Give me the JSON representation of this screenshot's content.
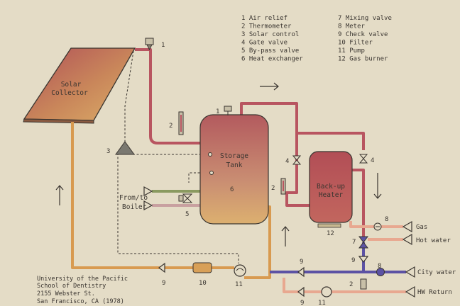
{
  "legend": [
    {
      "num": "1",
      "label": "Air relief"
    },
    {
      "num": "2",
      "label": "Thermometer"
    },
    {
      "num": "3",
      "label": "Solar control"
    },
    {
      "num": "4",
      "label": "Gate valve"
    },
    {
      "num": "5",
      "label": "By-pass valve"
    },
    {
      "num": "6",
      "label": "Heat exchanger"
    },
    {
      "num": "7",
      "label": "Mixing valve"
    },
    {
      "num": "8",
      "label": "Meter"
    },
    {
      "num": "9",
      "label": "Check valve"
    },
    {
      "num": "10",
      "label": "Filter"
    },
    {
      "num": "11",
      "label": "Pump"
    },
    {
      "num": "12",
      "label": "Gas burner"
    }
  ],
  "components": {
    "collector": [
      "Solar",
      "Collector"
    ],
    "tank": [
      "Storage",
      "Tank"
    ],
    "heater": [
      "Back-up",
      "Heater"
    ],
    "boiler": [
      "From/to",
      "Boiler"
    ]
  },
  "outlets": {
    "gas": "Gas",
    "hot_water": "Hot water",
    "city_water": "City water",
    "hw_return": "HW Return"
  },
  "callouts": {
    "air_relief": "1",
    "tank_air_relief": "1",
    "thermometer_top": "2",
    "thermometer_heater": "2",
    "thermometer_return": "2",
    "solar_control": "3",
    "gate_left": "4",
    "gate_right": "4",
    "bypass": "5",
    "heat_exchanger": "6",
    "mixing": "7",
    "meter_gas": "8",
    "meter_city": "8",
    "check_city_1": "9",
    "check_city_2": "9",
    "check_bottom": "9",
    "check_return": "9",
    "filter": "10",
    "pump_bottom": "11",
    "pump_return": "11",
    "burner": "12"
  },
  "credit": [
    "University of the Pacific",
    "School of Dentistry",
    "2155 Webster St.",
    "San Francisco, CA  (1978)"
  ],
  "colors": {
    "background": "#e4dcc6",
    "hot_line": "#b85560",
    "warm_line": "#d89a50",
    "cold_line": "#5c52a4",
    "gas_line": "#e8a890",
    "boiler_line": "#8a9a60",
    "ink": "#3a3530"
  }
}
